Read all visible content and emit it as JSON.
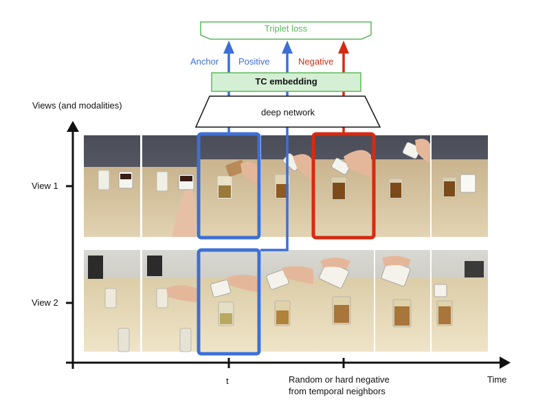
{
  "loss": {
    "label": "Triplet loss"
  },
  "arrows": {
    "anchor": "Anchor",
    "positive": "Positive",
    "negative": "Negative"
  },
  "embedding": {
    "label": "TC embedding"
  },
  "network": {
    "label": "deep network"
  },
  "axes": {
    "y_label": "Views (and modalities)",
    "x_label": "Time",
    "view1": "View 1",
    "view2": "View 2",
    "t_label": "t",
    "negative_note_line1": "Random or hard negative",
    "negative_note_line2": "from temporal neighbors"
  },
  "colors": {
    "green": "#5bb85b",
    "green_fill": "#d4efd4",
    "blue": "#3d6fd6",
    "red": "#d62a12",
    "axis": "#111111"
  }
}
